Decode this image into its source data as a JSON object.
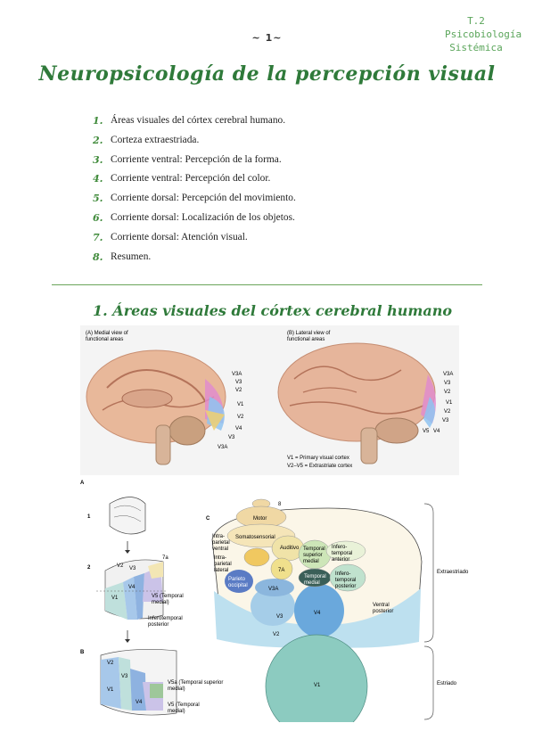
{
  "page_number": "~ 1~",
  "corner": {
    "line1": "T.2",
    "line2": "Psicobiología",
    "line3": "Sistémica"
  },
  "title": "Neuropsicología de la percepción visual",
  "toc": [
    {
      "num": "1.",
      "text": "Áreas visuales del córtex cerebral humano."
    },
    {
      "num": "2.",
      "text": "Corteza extraestriada."
    },
    {
      "num": "3.",
      "text": "Corriente ventral: Percepción de la forma."
    },
    {
      "num": "4.",
      "text": "Corriente ventral: Percepción del color."
    },
    {
      "num": "5.",
      "text": "Corriente dorsal: Percepción del movimiento."
    },
    {
      "num": "6.",
      "text": "Corriente dorsal: Localización de los objetos."
    },
    {
      "num": "7.",
      "text": "Corriente dorsal: Atención visual."
    },
    {
      "num": "8.",
      "text": "Resumen."
    }
  ],
  "section_title": "1. Áreas visuales del córtex cerebral humano",
  "figure_top": {
    "a_caption": "(A) Medial view of\nfunctional areas",
    "b_caption": "(B) Lateral view of\nfunctional areas",
    "labels_left": [
      "V3A",
      "V3",
      "V2",
      "V1",
      "V2",
      "V4",
      "V3",
      "V3A"
    ],
    "labels_right": [
      "V3A",
      "V3",
      "V2",
      "V1",
      "V2",
      "V3",
      "V4",
      "V5"
    ],
    "legend1": "V1 = Primary visual cortex",
    "legend2": "V2–V5 = Extrastriate cortex"
  },
  "figure_bottom": {
    "panel_a": "A",
    "step1": "1",
    "step2": "2",
    "panel_b": "B",
    "panel_c": "C",
    "a_labels": {
      "v1": "V1",
      "v2": "V2",
      "v3": "V3",
      "v4": "V4",
      "7a": "7a",
      "v5": "V5 (Temporal\nmedial)",
      "it": "Inferotemporal\nposterior"
    },
    "b_labels": {
      "v1": "V1",
      "v2": "V2",
      "v3": "V3",
      "v4": "V4",
      "v5a": "V5a (Temporal superior\nmedial)",
      "v5": "V5 (Temporal\nmedial)"
    },
    "c_labels": {
      "b8": "8",
      "motor": "Motor",
      "soma": "Somatosensorial",
      "audit": "Auditivo",
      "ipv": "Intra-\nparietal\nventral",
      "ipl": "Intra-\nparietal\nlateral",
      "a7": "7A",
      "tsm": "Temporal\nsuperior\nmedial",
      "ita": "Infero-\ntemporal\nanterior",
      "tm": "Temporal\nmedial",
      "itp": "Infero-\ntemporal\nposterior",
      "po": "Parieto\noccipital",
      "v3a": "V3A",
      "v3": "V3",
      "v4": "V4",
      "vp": "Ventral\nposterior",
      "v2": "V2",
      "v1": "V1",
      "extra": "Extraestriado",
      "estr": "Estriado"
    }
  },
  "colors": {
    "accent": "#2f7a3a",
    "rule": "#6aa55a"
  }
}
